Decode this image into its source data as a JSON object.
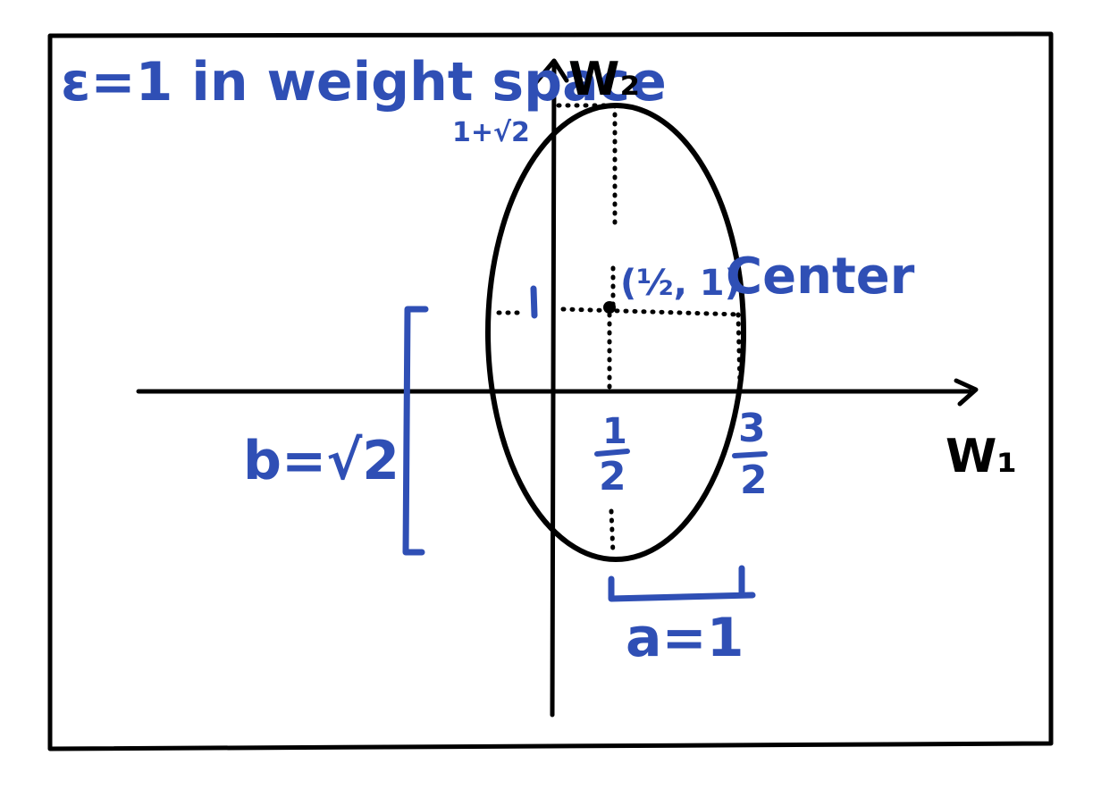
{
  "title": "ε=1 in weight space",
  "axes": {
    "x_label": "W₁",
    "y_label": "W₂"
  },
  "labels": {
    "top_value": "1+√2",
    "center": "(½, 1) Center",
    "center_coord": "(½, 1)",
    "center_word": "Center",
    "y_tick_1": "1",
    "x_tick_half_num": "1",
    "x_tick_half_den": "2",
    "x_tick_three_halves_num": "3",
    "x_tick_three_halves_den": "2",
    "b_label": "b=√2",
    "a_label": "a=1"
  },
  "colors": {
    "ink_blue": "#2f4fb5",
    "ink_black": "#000000"
  }
}
